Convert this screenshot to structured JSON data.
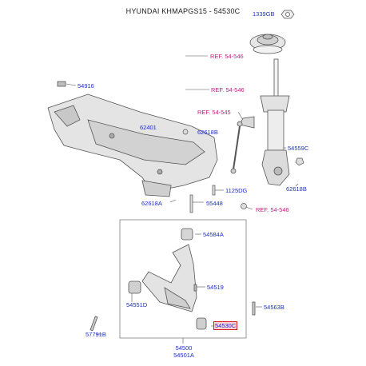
{
  "title": "HYUNDAI KHMAPGS15 - 54530C",
  "colors": {
    "label": "#1c2fc8",
    "reference": "#c21e86",
    "highlight": "#d42020",
    "line": "#555555"
  },
  "parts": {
    "p1339GB": "1339GB",
    "p54916": "54916",
    "p62401": "62401",
    "p62618B_top": "62618B",
    "p62618B_right": "62618B",
    "p62618A": "62618A",
    "p1125DG": "1125DG",
    "p55448": "55448",
    "p54559C": "54559C",
    "p54584A": "54584A",
    "p54519": "54519",
    "p54551D": "54551D",
    "p54563B": "54563B",
    "p57791B": "57791B",
    "p54530C": "54530C",
    "p54500": "54500",
    "p54501A": "54501A"
  },
  "refs": {
    "r1": "REF. 54-546",
    "r2": "REF. 54-546",
    "r3": "REF. 54-545",
    "r4": "REF. 54-546"
  }
}
